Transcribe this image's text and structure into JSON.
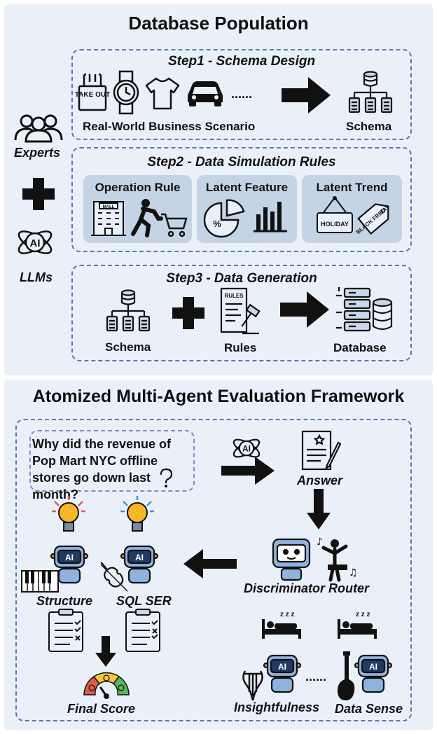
{
  "top": {
    "title": "Database Population",
    "experts": "Experts",
    "llms": "LLMs",
    "step1": {
      "title": "Step1 - Schema Design",
      "left_label": "Real-World Business Scenario",
      "ellipsis": "......",
      "right_label": "Schema",
      "takeout_text": "TAKE OUT"
    },
    "step2": {
      "title": "Step2 - Data Simulation Rules",
      "cards": [
        "Operation Rule",
        "Latent Feature",
        "Latent Trend"
      ],
      "mall_text": "MALL",
      "holiday_text": "HOLIDAY",
      "blackfriday_text": "BLACK FRIDAY"
    },
    "step3": {
      "title": "Step3 - Data Generation",
      "schema": "Schema",
      "rules": "Rules",
      "database": "Database",
      "rules_doc_text": "RULES"
    }
  },
  "bottom": {
    "title": "Atomized Multi-Agent Evaluation Framework",
    "question": "Why did the revenue of Pop Mart NYC offline stores go down last month?",
    "answer": "Answer",
    "router": "Discriminator Router",
    "structure": "Structure",
    "sql_ser": "SQL SER",
    "insightfulness": "Insightfulness",
    "data_sense": "Data Sense",
    "final_score": "Final Score",
    "ellipsis": "......",
    "ai_text": "AI",
    "zzz": "z z z"
  }
}
